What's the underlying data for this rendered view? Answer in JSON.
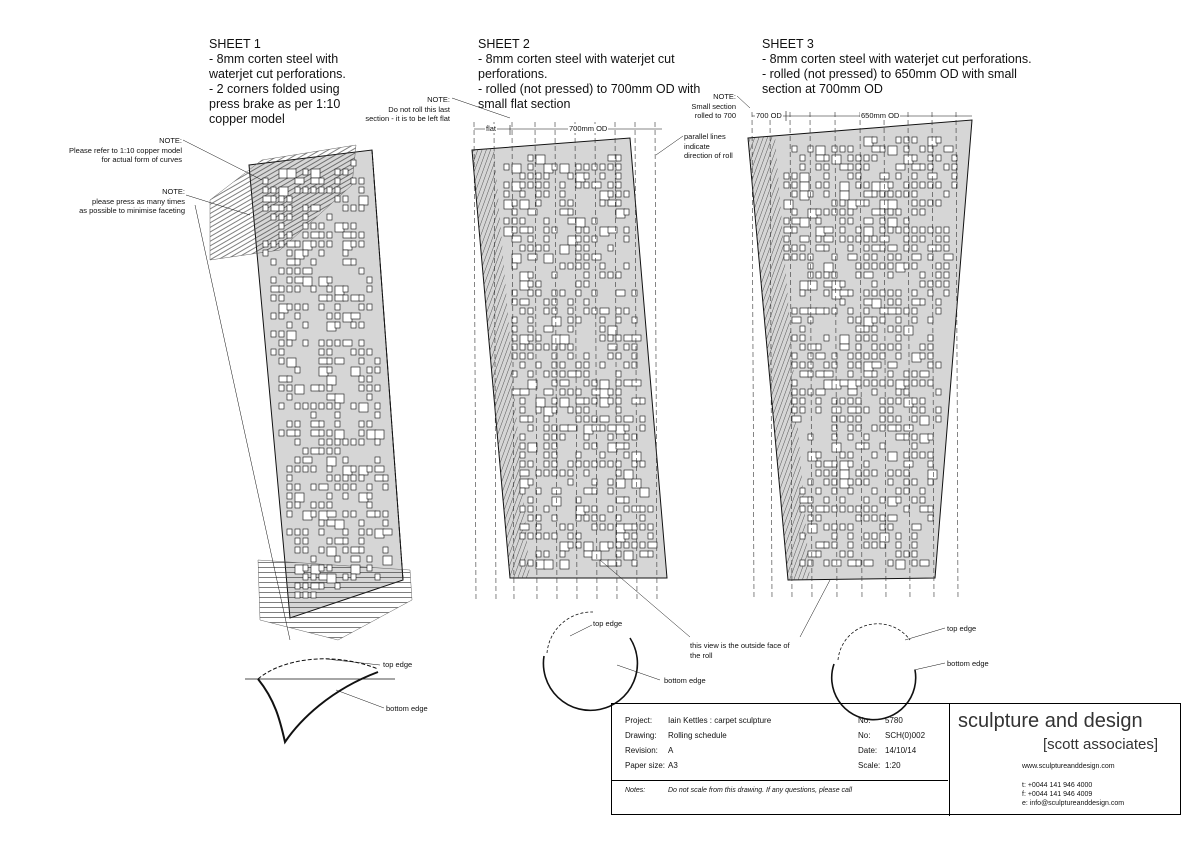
{
  "sheet1": {
    "title": "SHEET 1",
    "specs": "- 8mm corten steel with\nwaterjet cut perforations.\n- 2 corners folded using\npress brake as per 1:10\ncopper model",
    "note1": "NOTE:\nPlease refer to 1:10 copper model\nfor actual form of curves",
    "note2": "NOTE:\nplease press as many times\nas possible to minimise faceting",
    "top_edge": "top edge",
    "bottom_edge": "bottom edge"
  },
  "sheet2": {
    "title": "SHEET 2",
    "specs": "- 8mm corten steel with waterjet cut\nperforations.\n- rolled (not pressed) to 700mm OD with\nsmall flat section",
    "note_roll": "NOTE:\nDo not roll this last\nsection - it is to be left flat",
    "dim_flat": "flat",
    "dim_od": "700mm OD",
    "note_parallel": "parallel lines\nindicate\ndirection of roll",
    "top_edge": "top edge",
    "bottom_edge": "bottom edge",
    "note_view": "this view is the outside face of\nthe roll"
  },
  "sheet3": {
    "title": "SHEET 3",
    "specs": "- 8mm corten steel with waterjet cut perforations.\n- rolled (not pressed) to 650mm OD with small\nsection at 700mm OD",
    "note_small": "NOTE:\nSmall section\nrolled to 700",
    "dim_700": "700 OD",
    "dim_650": "650mm OD",
    "top_edge": "top edge",
    "bottom_edge": "bottom edge"
  },
  "titleblock": {
    "project_label": "Project:",
    "project_value": "Iain Kettles : carpet sculpture",
    "drawing_label": "Drawing:",
    "drawing_value": "Rolling schedule",
    "revision_label": "Revision:",
    "revision_value": "A",
    "paper_label": "Paper size:",
    "paper_value": "A3",
    "no1_label": "No:",
    "no1_value": "5780",
    "no2_label": "No:",
    "no2_value": "SCH(0)002",
    "date_label": "Date:",
    "date_value": "14/10/14",
    "scale_label": "Scale:",
    "scale_value": "1:20",
    "notes_label": "Notes:",
    "notes_value": "Do not scale from this drawing.  If any questions, please call",
    "brand_name": "sculpture and design",
    "brand_sub": "[scott associates]",
    "website": "www.sculptureanddesign.com",
    "tel": "t: +0044 141 946 4000",
    "fax": "f: +0044 141 946 4009",
    "email": "e: info@sculptureanddesign.com"
  },
  "colors": {
    "sheet_fill": "#d6d6d6",
    "line": "#111111"
  }
}
